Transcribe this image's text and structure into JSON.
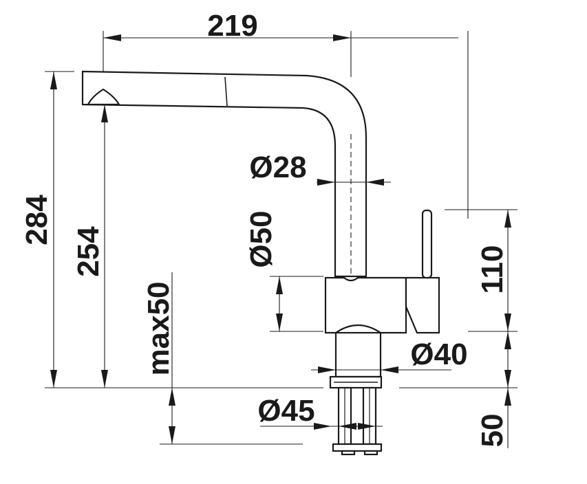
{
  "dimensions": {
    "width_top": "219",
    "height_total": "284",
    "height_spout": "254",
    "max_thickness": "max50",
    "spout_diameter": "Ø28",
    "body_diameter": "Ø50",
    "base_diameter": "Ø40",
    "shank_diameter": "Ø45",
    "lever_height": "110",
    "shank_length": "50"
  },
  "colors": {
    "line": "#1a1a1a",
    "background": "#ffffff"
  }
}
